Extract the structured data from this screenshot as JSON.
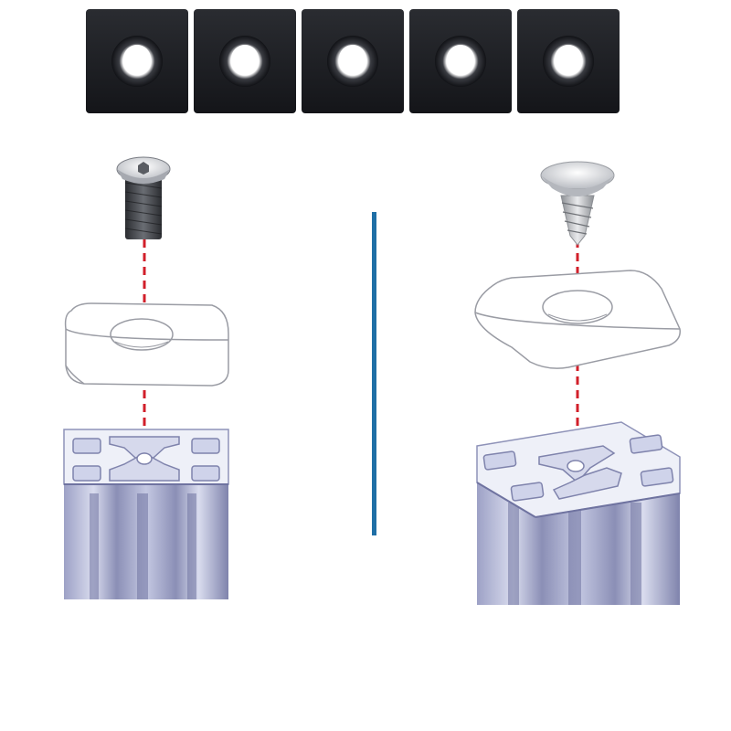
{
  "caps": {
    "count": 5,
    "color": "#1c1e22",
    "hole_color": "#ffffff"
  },
  "left_assembly": {
    "screw": "hex-socket-flat-head-screw",
    "cover": "end-cap-plate",
    "profile": "aluminum-profile"
  },
  "right_assembly": {
    "screw": "phillips-countersunk-screw",
    "cover": "end-cap-plate",
    "profile": "aluminum-profile"
  },
  "divider": {
    "color": "#1f6fa6"
  },
  "alignment_line": {
    "color": "#d21f2a"
  },
  "profile_colors": {
    "face": "#eef0f8",
    "side_light": "#c9cde4",
    "side_dark": "#8e92b8",
    "slot": "#6f73a0"
  }
}
